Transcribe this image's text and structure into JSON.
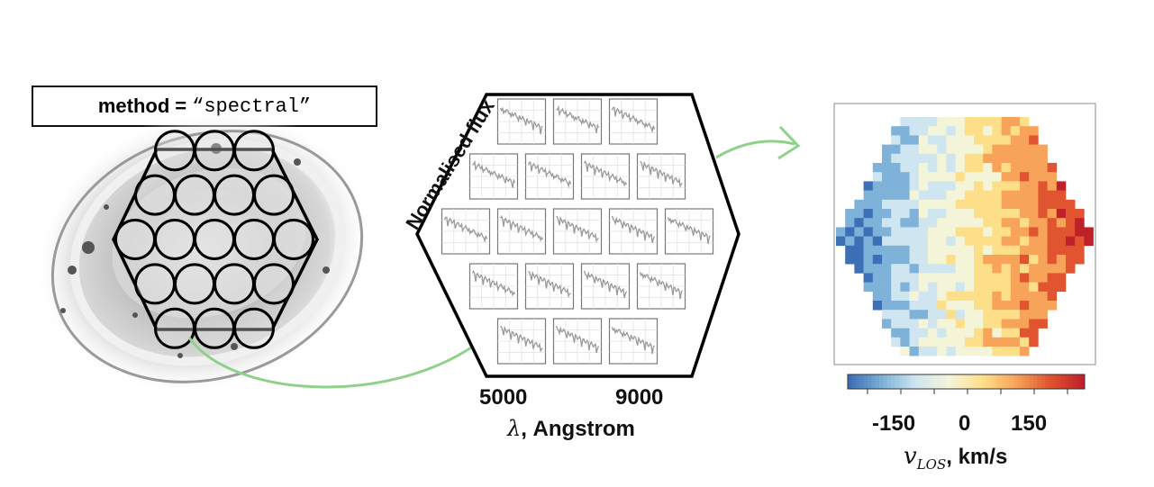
{
  "method_box": {
    "key": "method",
    "equals": "=",
    "value": "“spectral”"
  },
  "spectra_panel": {
    "ylabel": "Normalised flux",
    "x_ticks": [
      "5000",
      "9000"
    ],
    "xlabel_symbol": "λ",
    "xlabel_text": ", Angstrom",
    "row_counts": [
      3,
      4,
      5,
      4,
      3
    ]
  },
  "velocity_map": {
    "colorbar_ticks": [
      "-150",
      "0",
      "150"
    ],
    "label_symbol": "v",
    "label_subscript": "LOS",
    "label_text": ", km/s",
    "colormap": [
      "#3b6fb6",
      "#7fb2d9",
      "#cfe6f0",
      "#f4f4d8",
      "#fddf8a",
      "#f7a35a",
      "#e0552f",
      "#c0202a"
    ]
  },
  "arrows": {
    "color": "#8fd18a"
  }
}
